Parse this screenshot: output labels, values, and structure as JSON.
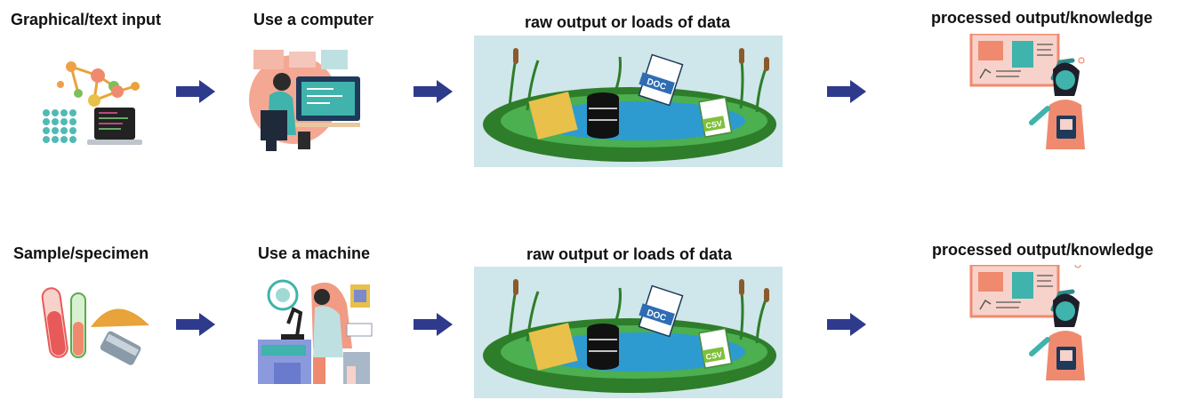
{
  "rows": [
    {
      "input_label": "Graphical/text input",
      "tool_label": "Use a computer",
      "data_label": "raw output or loads of data",
      "result_label": "processed output/knowledge",
      "file_badges": {
        "doc": "DOC",
        "csv": "CSV"
      }
    },
    {
      "input_label": "Sample/specimen",
      "tool_label": "Use a machine",
      "data_label": "raw output or loads of data",
      "result_label": "processed output/knowledge",
      "file_badges": {
        "doc": "DOC",
        "csv": "CSV"
      }
    }
  ],
  "colors": {
    "arrow": "#2E3A8C",
    "pond_water": "#2E9BD0",
    "grass": "#2E7D2A",
    "panel_bg": "#CFE6EA",
    "salmon": "#F08A6F",
    "teal": "#3FB3AC"
  }
}
